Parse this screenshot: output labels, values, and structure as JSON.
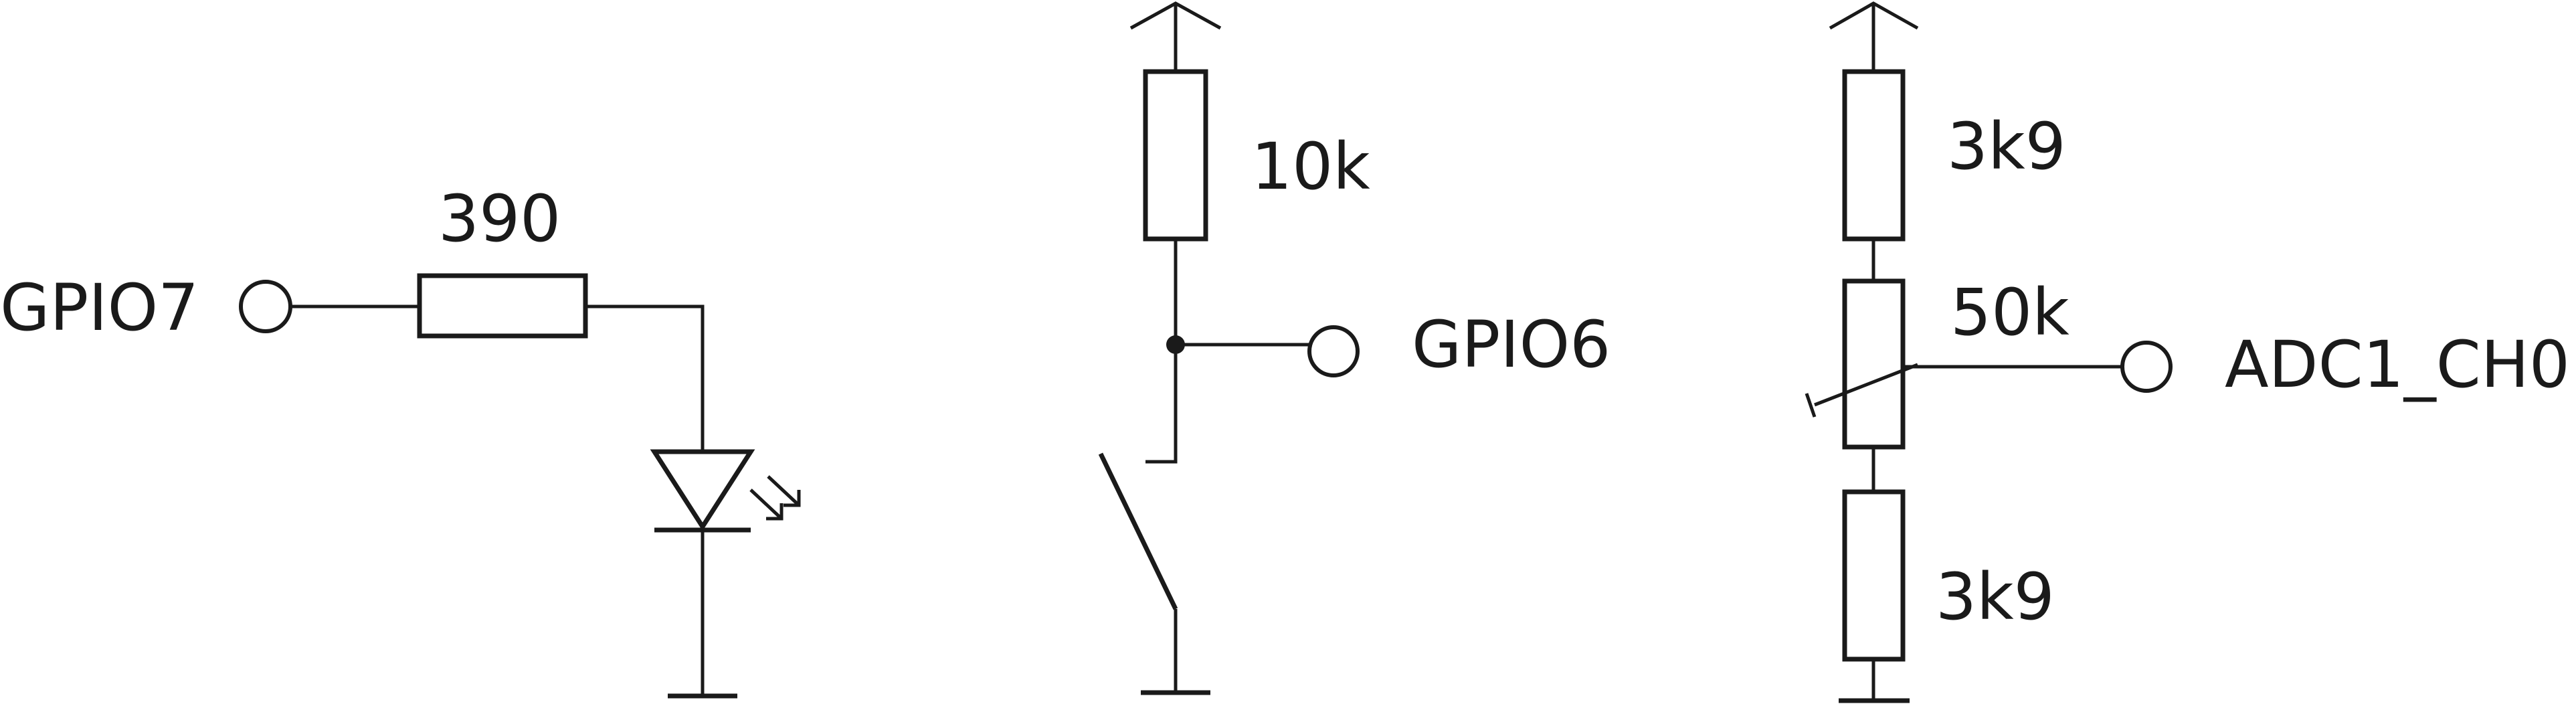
{
  "led_circuit": {
    "pin_label": "GPIO7",
    "resistor_value": "390"
  },
  "button_circuit": {
    "pullup_value": "10k",
    "pin_label": "GPIO6"
  },
  "pot_circuit": {
    "top_resistor_value": "3k9",
    "pot_value": "50k",
    "bottom_resistor_value": "3k9",
    "pin_label": "ADC1_CH0"
  },
  "colors": {
    "ink": "#1a1a1a",
    "background": "#ffffff"
  }
}
